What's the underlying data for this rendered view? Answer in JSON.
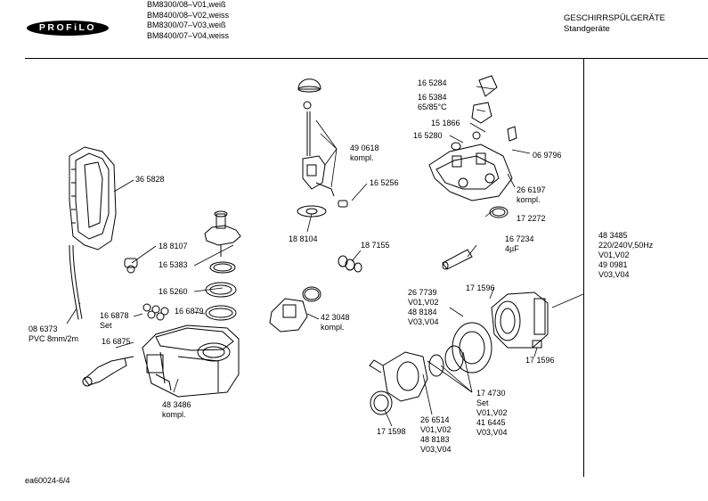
{
  "header": {
    "brand": "PROFiLO",
    "models": [
      "BM8300/08–V01,weiß",
      "BM8400/08–V02,weiss",
      "BM8300/07–V03,weiß",
      "BM8400/07–V04,weiss"
    ],
    "category": "GESCHIRRSPÜLGERÄTE",
    "subcategory": "Standgeräte"
  },
  "labels": {
    "p365828": "36 5828",
    "p188107": "18 8107",
    "p165383": "16 5383",
    "p165260": "16 5260",
    "p166878": [
      "16 6878",
      "Set"
    ],
    "p166879": "16 6879",
    "p086373": [
      "08 6373",
      "PVC 8mm/2m"
    ],
    "p166875": "16 6875",
    "p483486": [
      "48 3486",
      "kompl."
    ],
    "p490618": [
      "49 0618",
      "kompl."
    ],
    "p165256": "16 5256",
    "p188104": "18 8104",
    "p187155": "18 7155",
    "p423048": [
      "42 3048",
      "kompl."
    ],
    "p165284": "16 5284",
    "p165384": [
      "16 5384",
      "65/85°C"
    ],
    "p151866": "15 1866",
    "p165280": "16 5280",
    "p069796": "06 9796",
    "p266197": [
      "26 6197",
      "kompl."
    ],
    "p172272": "17 2272",
    "p167234": [
      "16 7234",
      "4µF"
    ],
    "p267739": [
      "26 7739",
      "V01,V02",
      "48 8184",
      "V03,V04"
    ],
    "p171596a": "17 1596",
    "p171596b": "17 1596",
    "p174730": [
      "17 4730",
      "Set",
      "V01,V02",
      "41 6445",
      "V03,V04"
    ],
    "p266514": [
      "26 6514",
      "V01,V02",
      "48 8183",
      "V03,V04"
    ],
    "p171598": "17 1598",
    "p483485": [
      "48 3485",
      "220/240V,50Hz",
      "V01,V02",
      "49 0981",
      "V03,V04"
    ]
  },
  "footer": {
    "code": "ea60024-6/4"
  }
}
